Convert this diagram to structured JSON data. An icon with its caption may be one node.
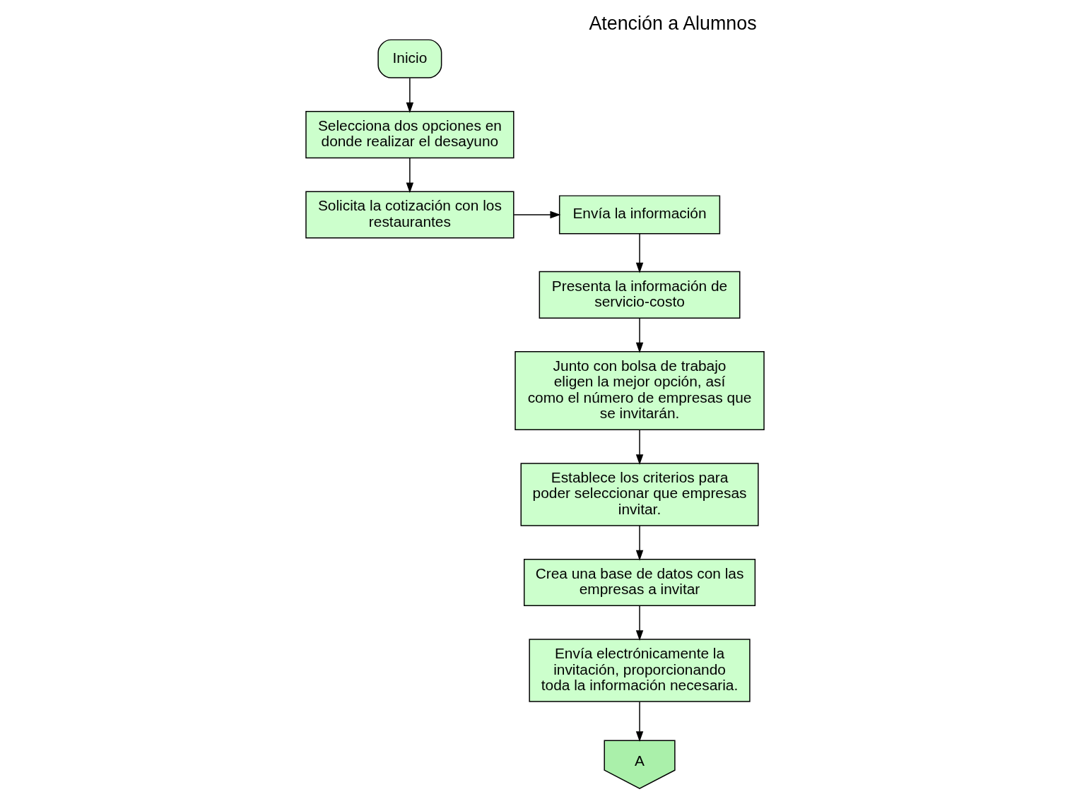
{
  "diagram": {
    "title": "Atención a Alumnos",
    "nodes": [
      {
        "text": [
          "Inicio"
        ]
      },
      {
        "text": [
          "Selecciona dos opciones en donde realizar el desayuno"
        ]
      },
      {
        "text": [
          "Solicita la cotización con los restaurantes"
        ]
      },
      {
        "text": [
          "Envía la información"
        ]
      },
      {
        "text": [
          "Presenta la información de servicio-costo"
        ]
      },
      {
        "text": [
          "Junto con bolsa de trabajo eligen la mejor opción, así como el número de empresas que se invitarán."
        ]
      },
      {
        "text": [
          "Establece los criterios para poder seleccionar que empresas invitar."
        ]
      },
      {
        "text": [
          "Crea una base de datos con las empresas a invitar"
        ]
      },
      {
        "text": [
          "Envía electrónicamente la invitación, proporcionando toda la información necesaria."
        ]
      },
      {
        "text": [
          "A"
        ]
      }
    ],
    "edges": [
      {
        "from": 0,
        "to": 1,
        "arrow": "to"
      },
      {
        "from": 1,
        "to": 2,
        "arrow": "to"
      },
      {
        "from": 2,
        "to": 3,
        "arrow": "to"
      },
      {
        "from": 3,
        "to": 4,
        "arrow": "to"
      },
      {
        "from": 4,
        "to": 5,
        "arrow": "to"
      },
      {
        "from": 5,
        "to": 6,
        "arrow": "to"
      },
      {
        "from": 6,
        "to": 7,
        "arrow": "to"
      },
      {
        "from": 7,
        "to": 8,
        "arrow": "to"
      },
      {
        "from": 8,
        "to": 9,
        "arrow": "to"
      }
    ]
  }
}
